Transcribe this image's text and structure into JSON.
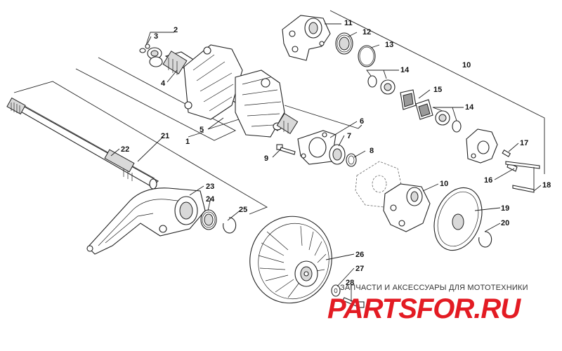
{
  "callouts": [
    "1",
    "2",
    "3",
    "4",
    "5",
    "6",
    "7",
    "8",
    "9",
    "10",
    "11",
    "12",
    "13",
    "14",
    "15",
    "16",
    "17",
    "18",
    "19",
    "20",
    "21",
    "22",
    "23",
    "24",
    "25",
    "26",
    "27",
    "28"
  ],
  "watermark": {
    "caption": "ЗАПЧАСТИ И АКСЕССУАРЫ ДЛЯ МОТОТЕХНИКИ",
    "logo": "PARTSFOR.RU",
    "logo_color": "#e31b23"
  }
}
